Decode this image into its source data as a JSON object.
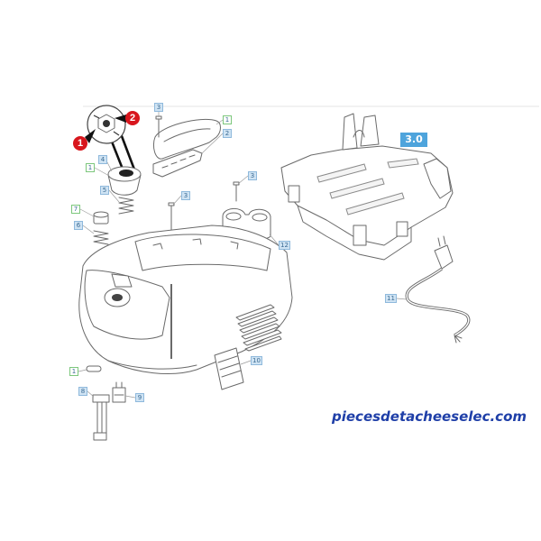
{
  "diagram": {
    "assembly_label": "3.0",
    "callouts": [
      {
        "text": "1"
      },
      {
        "text": "2"
      }
    ],
    "position_labels": [
      {
        "text": "3",
        "border": "#8fb9dc",
        "fill": "#cfe3f3"
      },
      {
        "text": "1",
        "border": "#7cc77c",
        "fill": "#ffffff"
      },
      {
        "text": "2",
        "border": "#8fb9dc",
        "fill": "#cfe3f3"
      },
      {
        "text": "1",
        "border": "#7cc77c",
        "fill": "#ffffff"
      },
      {
        "text": "4",
        "border": "#8fb9dc",
        "fill": "#cfe3f3"
      },
      {
        "text": "5",
        "border": "#8fb9dc",
        "fill": "#cfe3f3"
      },
      {
        "text": "7",
        "border": "#7cc77c",
        "fill": "#ffffff"
      },
      {
        "text": "6",
        "border": "#8fb9dc",
        "fill": "#cfe3f3"
      },
      {
        "text": "3",
        "border": "#8fb9dc",
        "fill": "#cfe3f3"
      },
      {
        "text": "3",
        "border": "#8fb9dc",
        "fill": "#cfe3f3"
      },
      {
        "text": "12",
        "border": "#8fb9dc",
        "fill": "#cfe3f3"
      },
      {
        "text": "10",
        "border": "#8fb9dc",
        "fill": "#cfe3f3"
      },
      {
        "text": "11",
        "border": "#8fb9dc",
        "fill": "#cfe3f3"
      },
      {
        "text": "1",
        "border": "#7cc77c",
        "fill": "#ffffff"
      },
      {
        "text": "8",
        "border": "#8fb9dc",
        "fill": "#cfe3f3"
      },
      {
        "text": "9",
        "border": "#8fb9dc",
        "fill": "#cfe3f3"
      }
    ]
  },
  "watermark": {
    "text": "piecesdetacheeselec.com"
  },
  "colors": {
    "assembly_label_bg": "#4ea4dc",
    "callout_red": "#d8161d",
    "watermark": "#1f3fa8",
    "line_art": "#6a6a6a"
  }
}
